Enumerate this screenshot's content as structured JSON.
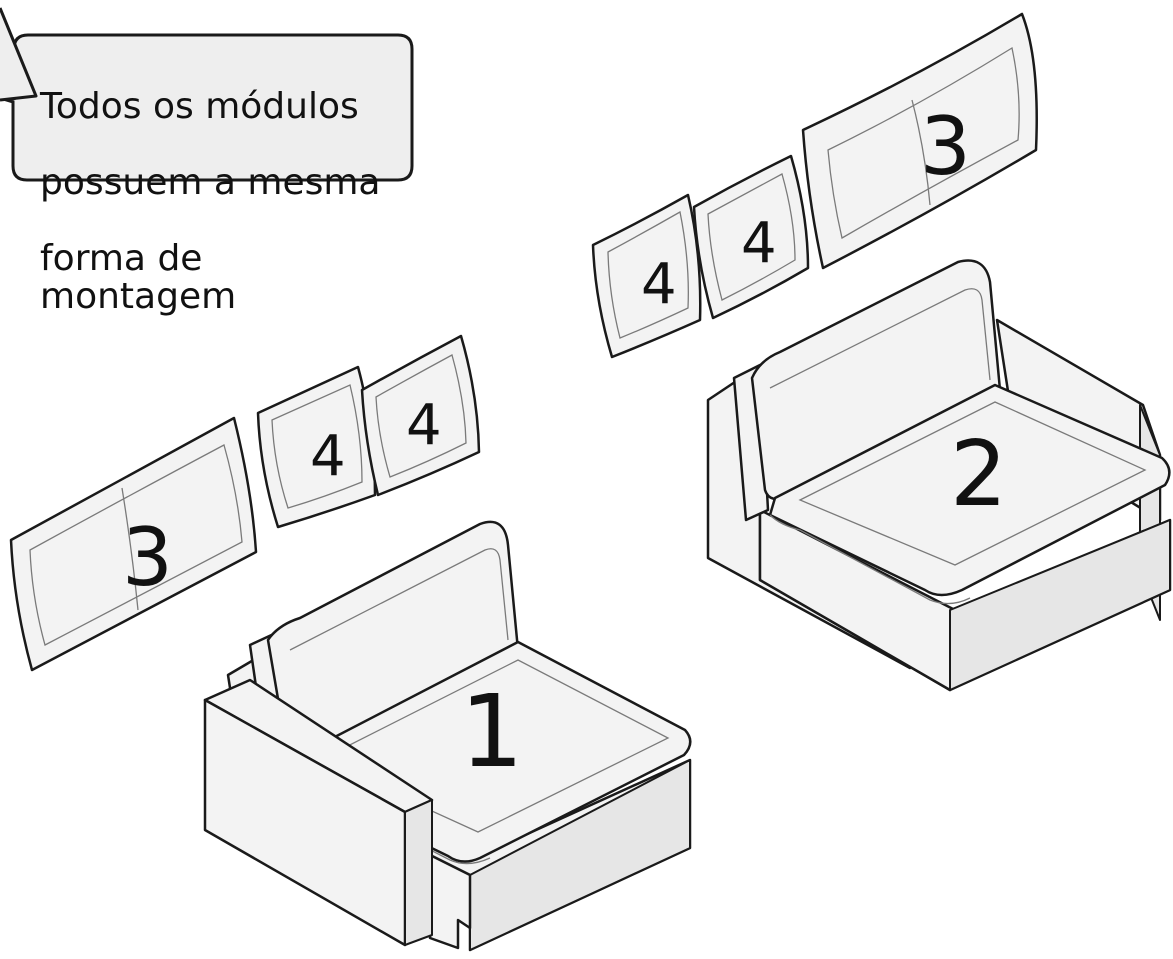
{
  "callout": {
    "lines": [
      "Todos os módulos",
      "possuem a mesma",
      "forma de montagem"
    ]
  },
  "labels": {
    "module_1": "1",
    "module_2": "2",
    "back_cushion": "3",
    "throw_pillow": "4"
  },
  "colors": {
    "outline": "#1a1a1a",
    "fill_light": "#f2f2f2",
    "fill_mid": "#e4e4e4",
    "callout_fill": "#eeeeee"
  }
}
